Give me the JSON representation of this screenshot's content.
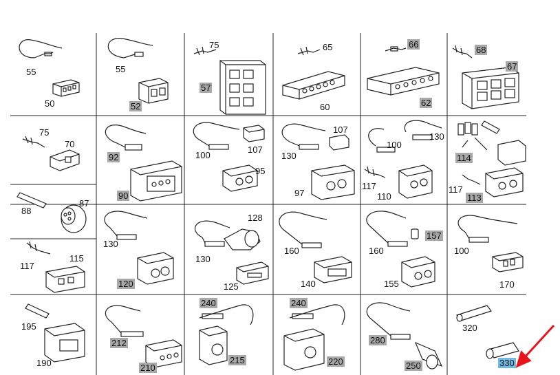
{
  "colors": {
    "line": "#222222",
    "highlight": "#a9a9a9",
    "selected": "#6fb9e3",
    "arrow": "#e8141b"
  },
  "cells": [
    {
      "id": "c11",
      "labels": [
        {
          "text": "55",
          "style": "plain"
        },
        {
          "text": "50",
          "style": "plain"
        }
      ]
    },
    {
      "id": "c12",
      "labels": [
        {
          "text": "55",
          "style": "plain"
        },
        {
          "text": "52",
          "style": "hl"
        }
      ]
    },
    {
      "id": "c13",
      "labels": [
        {
          "text": "75",
          "style": "plain"
        },
        {
          "text": "57",
          "style": "hl"
        }
      ]
    },
    {
      "id": "c14",
      "labels": [
        {
          "text": "65",
          "style": "plain"
        },
        {
          "text": "60",
          "style": "plain"
        }
      ]
    },
    {
      "id": "c15",
      "labels": [
        {
          "text": "66",
          "style": "hl"
        },
        {
          "text": "62",
          "style": "hl"
        }
      ]
    },
    {
      "id": "c16",
      "labels": [
        {
          "text": "68",
          "style": "hl"
        },
        {
          "text": "67",
          "style": "hl"
        }
      ]
    },
    {
      "id": "c21a",
      "labels": [
        {
          "text": "75",
          "style": "plain"
        },
        {
          "text": "70",
          "style": "plain"
        }
      ]
    },
    {
      "id": "c21b",
      "labels": [
        {
          "text": "88",
          "style": "plain"
        },
        {
          "text": "87",
          "style": "plain"
        }
      ]
    },
    {
      "id": "c21c",
      "labels": [
        {
          "text": "117",
          "style": "plain"
        },
        {
          "text": "115",
          "style": "plain"
        }
      ]
    },
    {
      "id": "c22",
      "labels": [
        {
          "text": "92",
          "style": "hl"
        },
        {
          "text": "90",
          "style": "hl"
        }
      ]
    },
    {
      "id": "c23",
      "labels": [
        {
          "text": "100",
          "style": "plain"
        },
        {
          "text": "107",
          "style": "plain"
        },
        {
          "text": "95",
          "style": "plain"
        }
      ]
    },
    {
      "id": "c24",
      "labels": [
        {
          "text": "107",
          "style": "plain"
        },
        {
          "text": "130",
          "style": "plain"
        },
        {
          "text": "97",
          "style": "plain"
        }
      ]
    },
    {
      "id": "c25",
      "labels": [
        {
          "text": "130",
          "style": "plain"
        },
        {
          "text": "100",
          "style": "plain"
        },
        {
          "text": "117",
          "style": "plain"
        },
        {
          "text": "110",
          "style": "plain"
        }
      ]
    },
    {
      "id": "c26",
      "labels": [
        {
          "text": "114",
          "style": "hl"
        },
        {
          "text": "117",
          "style": "plain"
        },
        {
          "text": "113",
          "style": "hl"
        }
      ]
    },
    {
      "id": "c32",
      "labels": [
        {
          "text": "130",
          "style": "plain"
        },
        {
          "text": "120",
          "style": "hl"
        }
      ]
    },
    {
      "id": "c33",
      "labels": [
        {
          "text": "128",
          "style": "plain"
        },
        {
          "text": "130",
          "style": "plain"
        },
        {
          "text": "125",
          "style": "plain"
        }
      ]
    },
    {
      "id": "c34",
      "labels": [
        {
          "text": "160",
          "style": "plain"
        },
        {
          "text": "140",
          "style": "plain"
        }
      ]
    },
    {
      "id": "c35",
      "labels": [
        {
          "text": "157",
          "style": "hl"
        },
        {
          "text": "160",
          "style": "plain"
        },
        {
          "text": "155",
          "style": "plain"
        }
      ]
    },
    {
      "id": "c36",
      "labels": [
        {
          "text": "100",
          "style": "plain"
        },
        {
          "text": "170",
          "style": "plain"
        }
      ]
    },
    {
      "id": "c41",
      "labels": [
        {
          "text": "195",
          "style": "plain"
        },
        {
          "text": "190",
          "style": "plain"
        }
      ]
    },
    {
      "id": "c42",
      "labels": [
        {
          "text": "212",
          "style": "hl"
        },
        {
          "text": "210",
          "style": "hl"
        }
      ]
    },
    {
      "id": "c43",
      "labels": [
        {
          "text": "240",
          "style": "hl"
        },
        {
          "text": "215",
          "style": "hl"
        }
      ]
    },
    {
      "id": "c44",
      "labels": [
        {
          "text": "240",
          "style": "hl"
        },
        {
          "text": "220",
          "style": "hl"
        }
      ]
    },
    {
      "id": "c45",
      "labels": [
        {
          "text": "280",
          "style": "hl"
        },
        {
          "text": "250",
          "style": "hl"
        }
      ]
    },
    {
      "id": "c46",
      "labels": [
        {
          "text": "320",
          "style": "plain"
        },
        {
          "text": "330",
          "style": "sel"
        }
      ]
    }
  ]
}
